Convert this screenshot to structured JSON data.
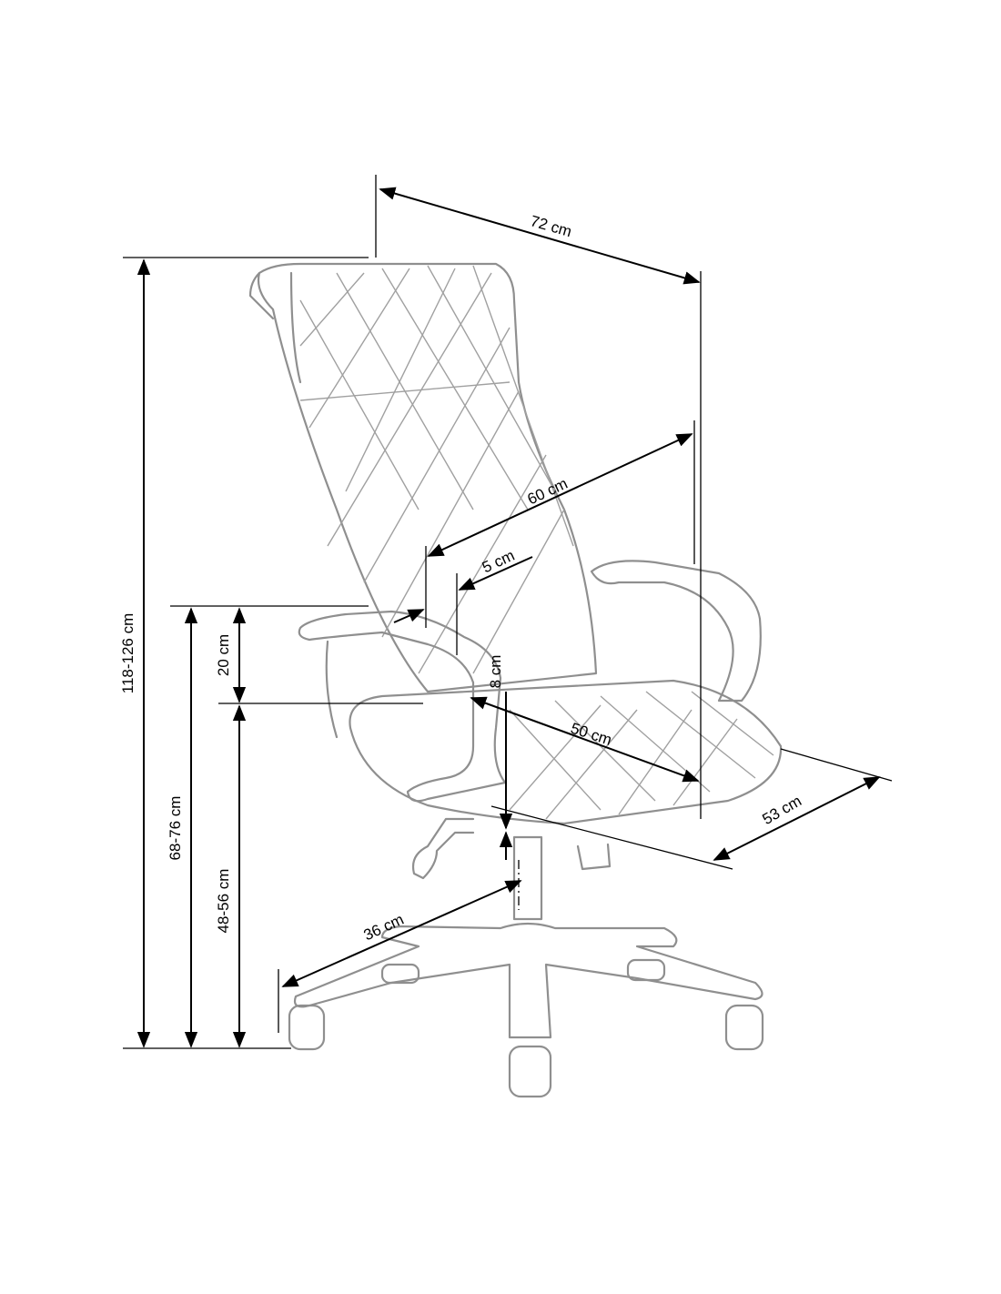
{
  "dimensions": {
    "overall_width": "72 cm",
    "overall_height": "118-126 cm",
    "armrest_height": "68-76 cm",
    "armrest_to_seat": "20 cm",
    "seat_height": "48-56 cm",
    "backrest_width": "60 cm",
    "backrest_thickness": "5 cm",
    "height_adjust": "8 cm",
    "seat_depth": "50 cm",
    "seat_width": "53 cm",
    "base_radius": "36 cm"
  },
  "colors": {
    "outline": "#8f8f8f",
    "dimension": "#000000"
  }
}
